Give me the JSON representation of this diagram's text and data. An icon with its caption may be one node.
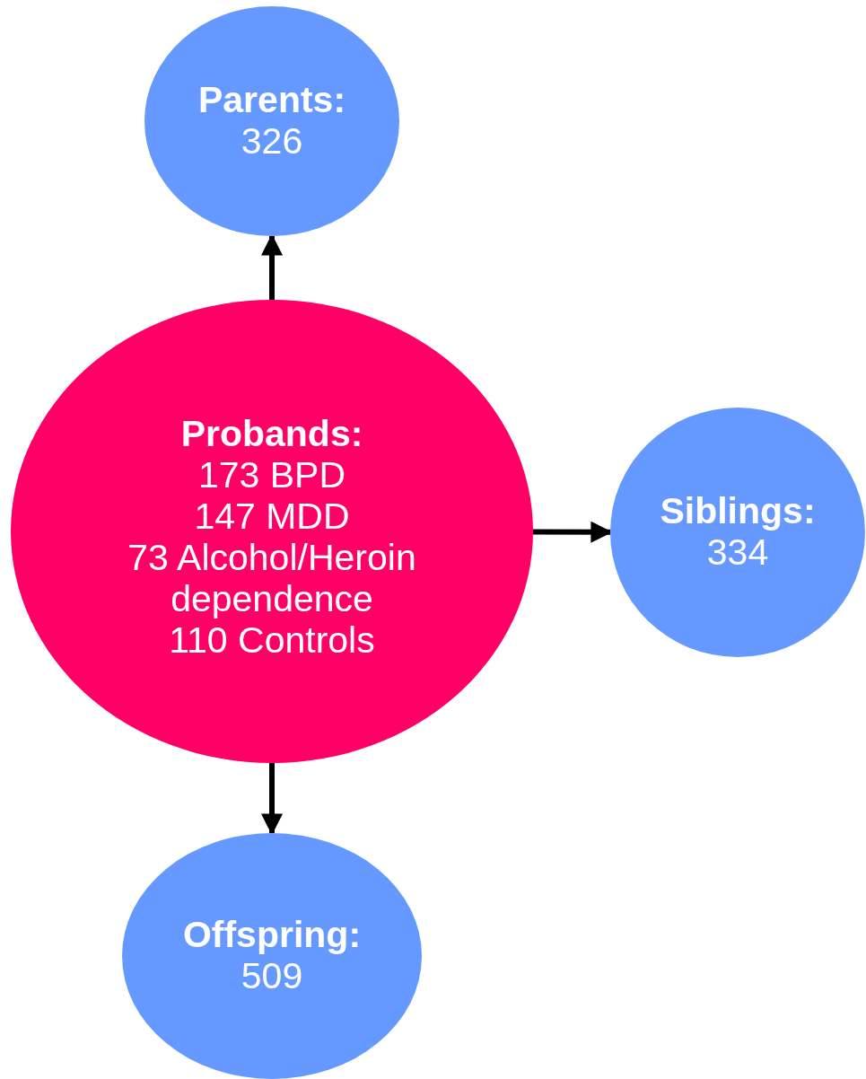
{
  "diagram": {
    "nodes": [
      {
        "text": [
          "Parents:",
          "326"
        ]
      },
      {
        "text": [
          "Probands:",
          "173 BPD",
          "147 MDD",
          "73 Alcohol/Heroin dependence",
          "110 Controls"
        ]
      },
      {
        "text": [
          "Siblings:",
          "334"
        ]
      },
      {
        "text": [
          "Offspring:",
          "509"
        ]
      }
    ],
    "edges": [
      {
        "from": 1,
        "to": 0,
        "arrow": "to"
      },
      {
        "from": 1,
        "to": 2,
        "arrow": "to"
      },
      {
        "from": 1,
        "to": 3,
        "arrow": "to"
      }
    ]
  }
}
